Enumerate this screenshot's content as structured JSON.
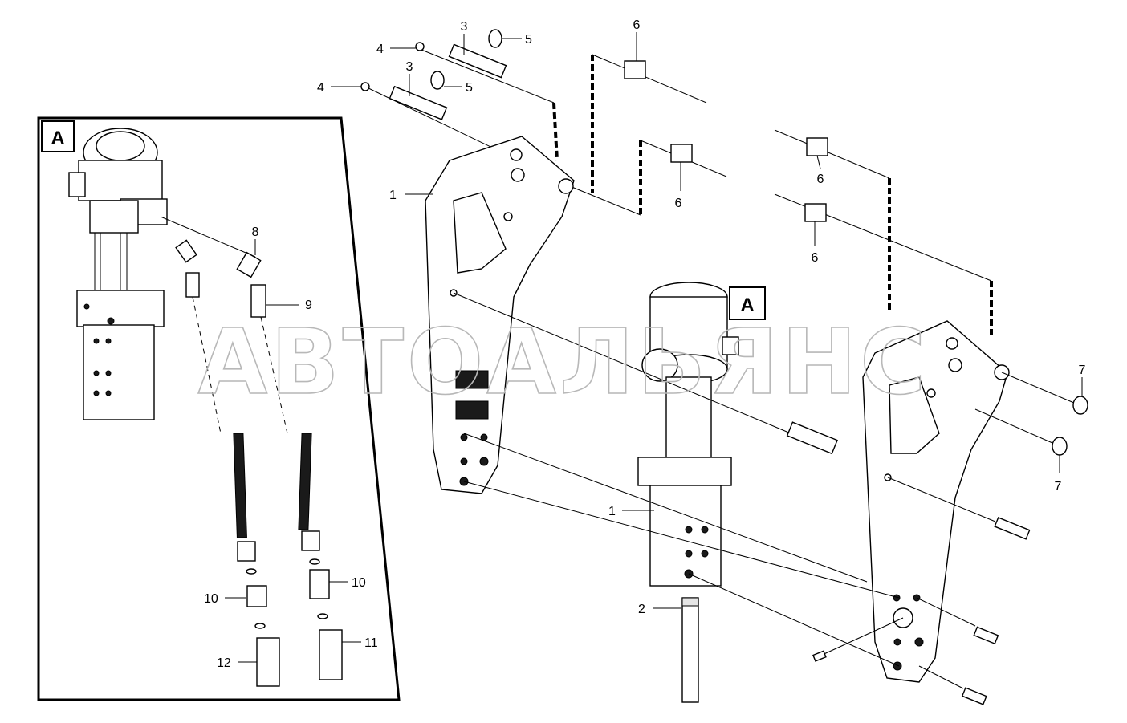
{
  "detail_view": {
    "callout": "A"
  },
  "main_view": {
    "callout": "A"
  },
  "watermark": "АВТОАЛЬЯНС",
  "part_labels": {
    "p1_left": "1",
    "p1_center": "1",
    "p2": "2",
    "p3_top": "3",
    "p3_lower": "3",
    "p4_top": "4",
    "p4_lower": "4",
    "p5_top": "5",
    "p5_lower": "5",
    "p6_top": "6",
    "p6_mid": "6",
    "p6_right_top": "6",
    "p6_right_bottom": "6",
    "p7_top": "7",
    "p7_bottom": "7",
    "p8": "8",
    "p9": "9",
    "p10_left": "10",
    "p10_right": "10",
    "p11": "11",
    "p12": "12"
  }
}
